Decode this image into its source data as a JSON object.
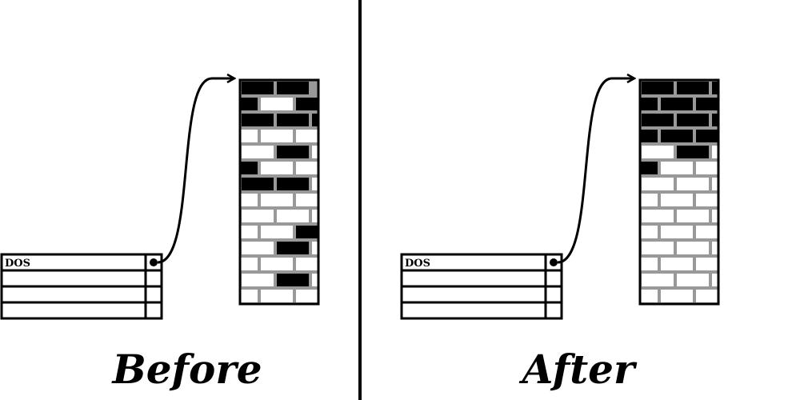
{
  "panels": [
    {
      "caption": "Before",
      "table_label": "DOS",
      "column": [
        [
          "b",
          "b",
          "g"
        ],
        [
          "b",
          "w",
          "b"
        ],
        [
          "b",
          "b",
          "b"
        ],
        [
          "w",
          "w",
          "w"
        ],
        [
          "w",
          "b",
          "w"
        ],
        [
          "b",
          "w",
          "w"
        ],
        [
          "b",
          "b",
          "w"
        ],
        [
          "w",
          "w",
          "w"
        ],
        [
          "w",
          "w",
          "w"
        ],
        [
          "w",
          "w",
          "b"
        ],
        [
          "w",
          "b",
          "w"
        ],
        [
          "w",
          "w",
          "w"
        ],
        [
          "w",
          "b",
          "w"
        ],
        [
          "w",
          "w",
          "w"
        ]
      ]
    },
    {
      "caption": "After",
      "table_label": "DOS",
      "column": [
        [
          "b",
          "b",
          "b"
        ],
        [
          "b",
          "b",
          "b"
        ],
        [
          "b",
          "b",
          "b"
        ],
        [
          "b",
          "b",
          "b"
        ],
        [
          "w",
          "b",
          "w"
        ],
        [
          "b",
          "w",
          "w"
        ],
        [
          "w",
          "w",
          "w"
        ],
        [
          "w",
          "w",
          "w"
        ],
        [
          "w",
          "w",
          "w"
        ],
        [
          "w",
          "w",
          "w"
        ],
        [
          "w",
          "w",
          "w"
        ],
        [
          "w",
          "w",
          "w"
        ],
        [
          "w",
          "w",
          "w"
        ],
        [
          "w",
          "w",
          "w"
        ]
      ]
    }
  ],
  "colors": {
    "ink": "#000000",
    "mortar": "#999999",
    "paper": "#ffffff"
  }
}
